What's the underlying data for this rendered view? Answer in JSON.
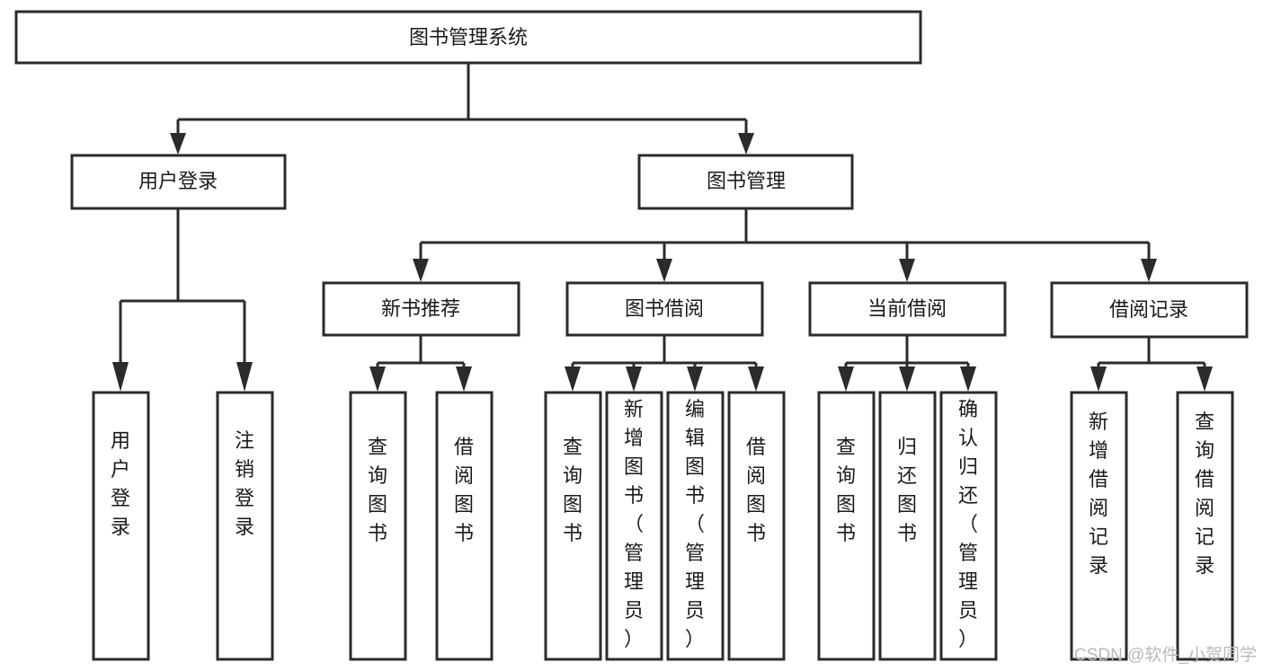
{
  "diagram": {
    "type": "tree-hierarchy",
    "title": "图书管理系统",
    "root": {
      "id": "root",
      "label": "图书管理系统",
      "orientation": "horizontal"
    },
    "level1": [
      {
        "id": "user-login",
        "label": "用户登录",
        "orientation": "horizontal"
      },
      {
        "id": "book-management",
        "label": "图书管理",
        "orientation": "horizontal"
      }
    ],
    "level2": [
      {
        "id": "new-book-recommend",
        "label": "新书推荐",
        "parent": "book-management",
        "orientation": "horizontal"
      },
      {
        "id": "book-borrow",
        "label": "图书借阅",
        "parent": "book-management",
        "orientation": "horizontal"
      },
      {
        "id": "current-borrow",
        "label": "当前借阅",
        "parent": "book-management",
        "orientation": "horizontal"
      },
      {
        "id": "borrow-record",
        "label": "借阅记录",
        "parent": "book-management",
        "orientation": "horizontal"
      }
    ],
    "leaves": [
      {
        "id": "leaf-user-login",
        "label": "用户登录",
        "parent": "user-login",
        "orientation": "vertical"
      },
      {
        "id": "leaf-user-logout",
        "label": "注销登录",
        "parent": "user-login",
        "orientation": "vertical"
      },
      {
        "id": "leaf-query-book-1",
        "label": "查询图书",
        "parent": "new-book-recommend",
        "orientation": "vertical"
      },
      {
        "id": "leaf-borrow-book-1",
        "label": "借阅图书",
        "parent": "new-book-recommend",
        "orientation": "vertical"
      },
      {
        "id": "leaf-query-book-2",
        "label": "查询图书",
        "parent": "book-borrow",
        "orientation": "vertical"
      },
      {
        "id": "leaf-add-book",
        "label": "新增图书（管理员）",
        "parent": "book-borrow",
        "orientation": "vertical"
      },
      {
        "id": "leaf-edit-book",
        "label": "编辑图书（管理员）",
        "parent": "book-borrow",
        "orientation": "vertical"
      },
      {
        "id": "leaf-borrow-book-2",
        "label": "借阅图书",
        "parent": "book-borrow",
        "orientation": "vertical"
      },
      {
        "id": "leaf-query-book-3",
        "label": "查询图书",
        "parent": "current-borrow",
        "orientation": "vertical"
      },
      {
        "id": "leaf-return-book",
        "label": "归还图书",
        "parent": "current-borrow",
        "orientation": "vertical"
      },
      {
        "id": "leaf-confirm-return",
        "label": "确认归还（管理员）",
        "parent": "current-borrow",
        "orientation": "vertical"
      },
      {
        "id": "leaf-add-record",
        "label": "新增借阅记录",
        "parent": "borrow-record",
        "orientation": "vertical"
      },
      {
        "id": "leaf-query-record",
        "label": "查询借阅记录",
        "parent": "borrow-record",
        "orientation": "vertical"
      }
    ],
    "colors": {
      "box_fill": "#ffffff",
      "box_stroke": "#2b2b2b",
      "text": "#1a1a1a",
      "connector": "#2b2b2b",
      "watermark": "#b9b9b9",
      "background": "#ffffff"
    }
  },
  "watermark": {
    "text": "CSDN @软件_小贺同学"
  }
}
